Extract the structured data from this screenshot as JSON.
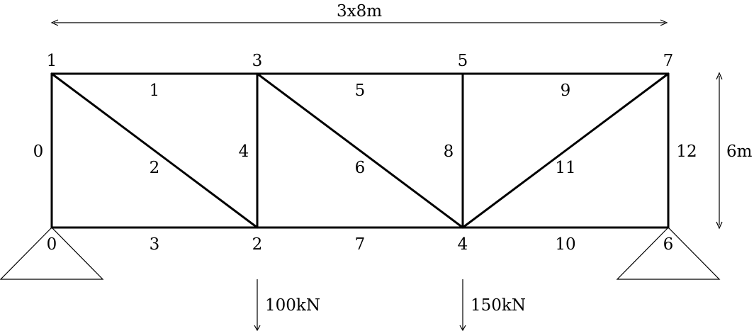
{
  "span_label": "3x8m",
  "height_label": "6m",
  "nodes": [
    {
      "id": "0",
      "label": "0"
    },
    {
      "id": "1",
      "label": "1"
    },
    {
      "id": "2",
      "label": "2"
    },
    {
      "id": "3",
      "label": "3"
    },
    {
      "id": "4",
      "label": "4"
    },
    {
      "id": "5",
      "label": "5"
    },
    {
      "id": "6",
      "label": "6"
    },
    {
      "id": "7",
      "label": "7"
    }
  ],
  "members": [
    {
      "label": "0",
      "from": "0",
      "to": "1"
    },
    {
      "label": "1",
      "from": "1",
      "to": "3"
    },
    {
      "label": "2",
      "from": "1",
      "to": "2"
    },
    {
      "label": "3",
      "from": "0",
      "to": "2"
    },
    {
      "label": "4",
      "from": "2",
      "to": "3"
    },
    {
      "label": "5",
      "from": "3",
      "to": "5"
    },
    {
      "label": "6",
      "from": "3",
      "to": "4"
    },
    {
      "label": "7",
      "from": "2",
      "to": "4"
    },
    {
      "label": "8",
      "from": "4",
      "to": "5"
    },
    {
      "label": "9",
      "from": "5",
      "to": "7"
    },
    {
      "label": "10",
      "from": "4",
      "to": "6"
    },
    {
      "label": "11",
      "from": "4",
      "to": "7"
    },
    {
      "label": "12",
      "from": "6",
      "to": "7"
    }
  ],
  "supports": [
    {
      "node": "0"
    },
    {
      "node": "6"
    }
  ],
  "loads": [
    {
      "node": "2",
      "label": "100kN"
    },
    {
      "node": "4",
      "label": "150kN"
    }
  ]
}
